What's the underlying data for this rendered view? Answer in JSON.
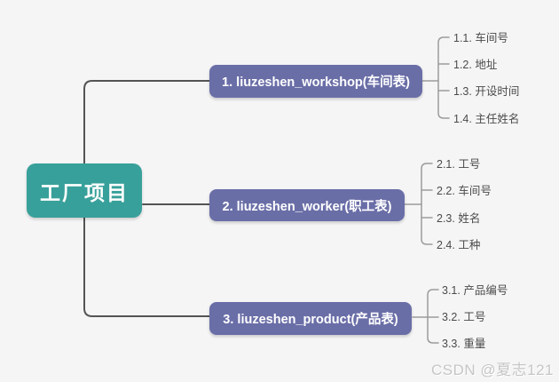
{
  "mindmap": {
    "root": {
      "label": "工厂项目"
    },
    "branches": [
      {
        "label": "1. liuzeshen_workshop(车间表)",
        "children": [
          "1.1. 车间号",
          "1.2. 地址",
          "1.3. 开设时间",
          "1.4. 主任姓名"
        ]
      },
      {
        "label": "2. liuzeshen_worker(职工表)",
        "children": [
          "2.1. 工号",
          "2.2. 车间号",
          "2.3. 姓名",
          "2.4. 工种"
        ]
      },
      {
        "label": "3. liuzeshen_product(产品表)",
        "children": [
          "3.1. 产品编号",
          "3.2. 工号",
          "3.3. 重量"
        ]
      }
    ]
  },
  "watermark": {
    "text": "CSDN @夏志121"
  },
  "colors": {
    "background": "#f5f5f6",
    "root_node": "#38a09a",
    "branch_node": "#6a6ea7",
    "node_text": "#ffffff",
    "leaf_text": "#4a4a4a",
    "connector_dark": "#545454",
    "connector_gray": "#9b9b9b",
    "watermark_text": "#c6c6c6"
  }
}
